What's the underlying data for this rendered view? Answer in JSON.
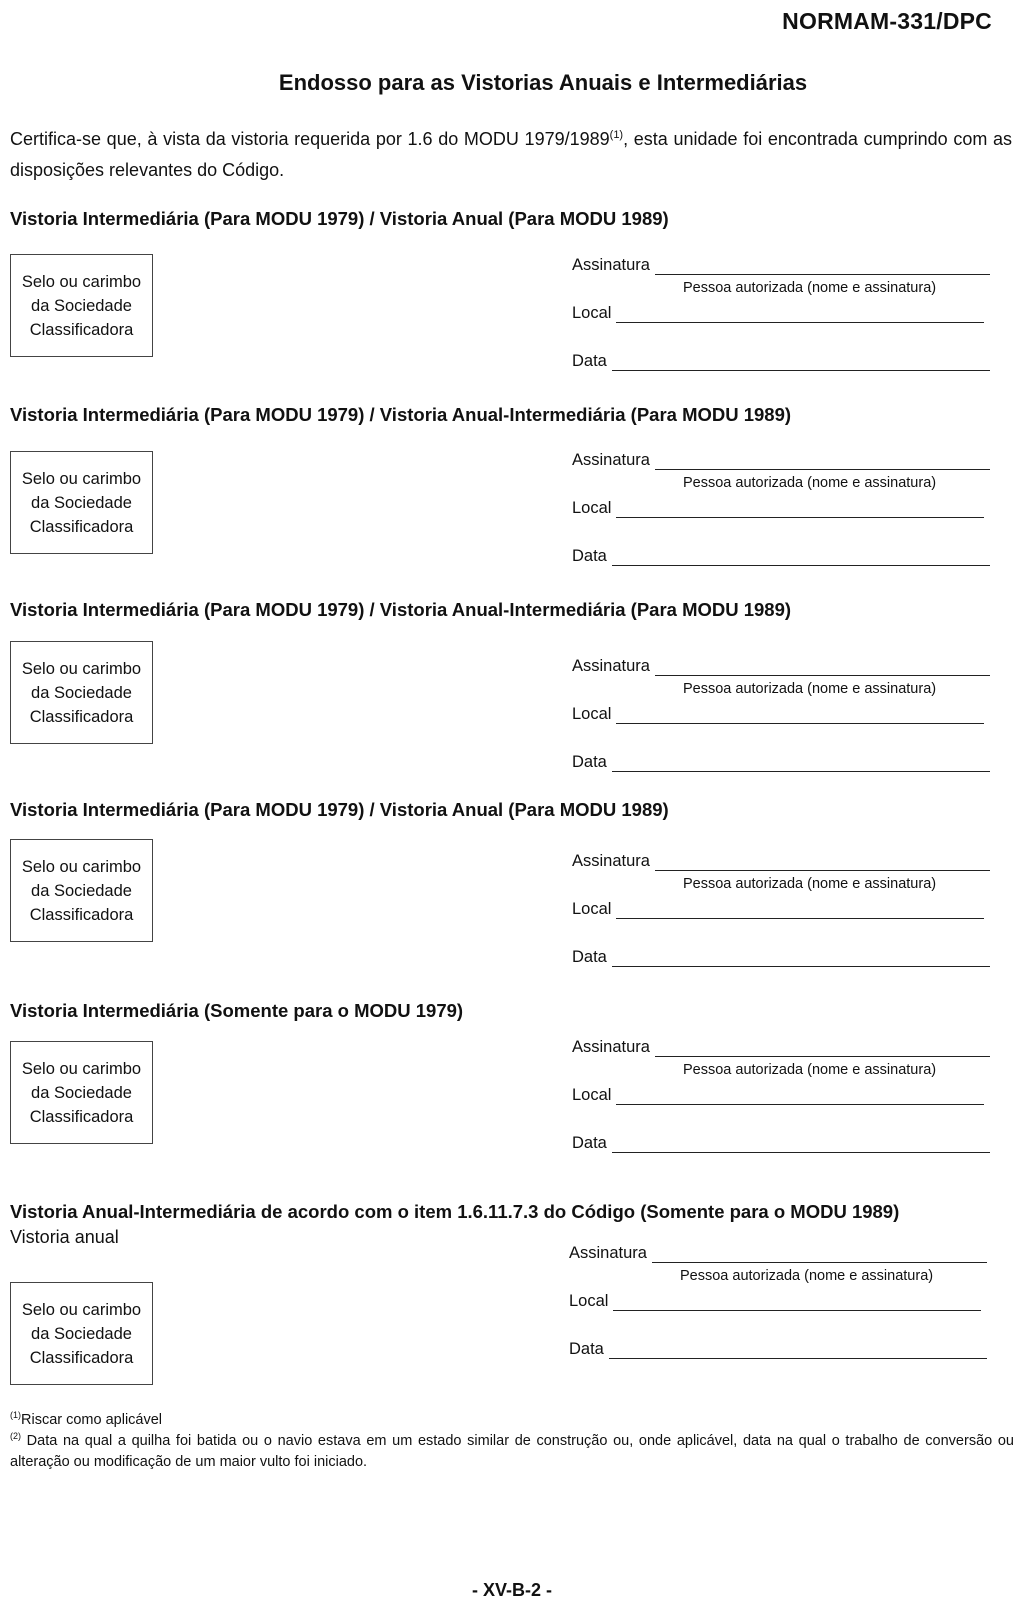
{
  "header": {
    "code": "NORMAM-331/DPC"
  },
  "title": "Endosso para as Vistorias Anuais e Intermediárias",
  "intro": {
    "part1": "Certifica-se que, à vista da vistoria requerida por 1.6 do MODU 1979/1989",
    "note_ref": "(1)",
    "part2": ", esta unidade foi encontrada cumprindo com as disposições relevantes do Código."
  },
  "stamp_text": "Selo ou carimbo da Sociedade Classificadora",
  "labels": {
    "signature": "Assinatura",
    "signature_caption": "Pessoa autorizada (nome e assinatura)",
    "place": "Local",
    "date": "Data"
  },
  "sections": [
    {
      "title": "Vistoria Intermediária (Para MODU 1979) / Vistoria Anual (Para MODU 1989)"
    },
    {
      "title": "Vistoria Intermediária (Para MODU 1979) / Vistoria Anual-Intermediária (Para MODU 1989)"
    },
    {
      "title": "Vistoria Intermediária (Para MODU 1979) / Vistoria Anual-Intermediária (Para MODU 1989)"
    },
    {
      "title": "Vistoria Intermediária (Para MODU 1979) / Vistoria Anual (Para MODU 1989)"
    },
    {
      "title": "Vistoria Intermediária (Somente para o MODU 1979)"
    },
    {
      "title": "Vistoria Anual-Intermediária de acordo com o item 1.6.11.7.3 do Código (Somente para o MODU 1989)",
      "subtitle": "Vistoria anual"
    }
  ],
  "footnotes": [
    {
      "mark": "(1)",
      "text": "Riscar como aplicável"
    },
    {
      "mark": "(2)",
      "text": " Data na qual a quilha foi batida ou o navio estava em um estado similar de construção ou, onde aplicável, data na qual o trabalho de conversão ou alteração ou modificação de um maior vulto foi iniciado."
    }
  ],
  "page_number": "- XV-B-2 -"
}
